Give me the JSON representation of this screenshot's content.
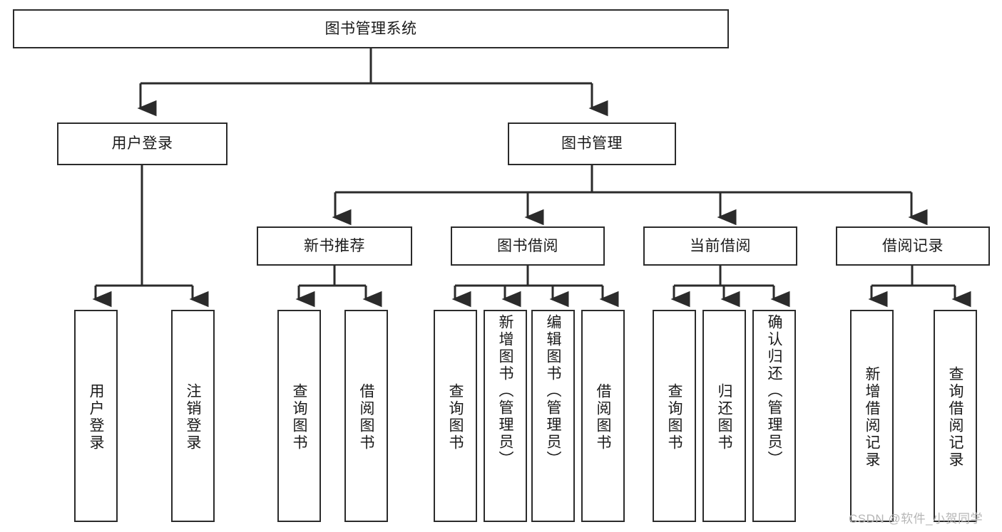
{
  "diagram": {
    "type": "tree-hierarchy-chart",
    "title": "图书管理系统",
    "root": {
      "id": "root",
      "label": "图书管理系统",
      "orientation": "horizontal"
    },
    "level2": [
      {
        "id": "user-login",
        "label": "用户登录",
        "orientation": "horizontal"
      },
      {
        "id": "book-management",
        "label": "图书管理",
        "orientation": "horizontal"
      }
    ],
    "level3": [
      {
        "id": "new-book-recommend",
        "label": "新书推荐",
        "orientation": "horizontal",
        "parent": "book-management"
      },
      {
        "id": "book-borrow",
        "label": "图书借阅",
        "orientation": "horizontal",
        "parent": "book-management"
      },
      {
        "id": "current-borrow",
        "label": "当前借阅",
        "orientation": "horizontal",
        "parent": "book-management"
      },
      {
        "id": "borrow-record",
        "label": "借阅记录",
        "orientation": "horizontal",
        "parent": "book-management"
      }
    ],
    "leaves": [
      {
        "id": "leaf-user-login",
        "label": "用户登录",
        "parent": "user-login",
        "orientation": "vertical"
      },
      {
        "id": "leaf-logout-login",
        "label": "注销登录",
        "parent": "user-login",
        "orientation": "vertical"
      },
      {
        "id": "leaf-query-book-1",
        "label": "查询图书",
        "parent": "new-book-recommend",
        "orientation": "vertical"
      },
      {
        "id": "leaf-borrow-book-1",
        "label": "借阅图书",
        "parent": "new-book-recommend",
        "orientation": "vertical"
      },
      {
        "id": "leaf-query-book-2",
        "label": "查询图书",
        "parent": "book-borrow",
        "orientation": "vertical"
      },
      {
        "id": "leaf-add-book",
        "label": "新增图书（管理员）",
        "parent": "book-borrow",
        "orientation": "vertical"
      },
      {
        "id": "leaf-edit-book",
        "label": "编辑图书（管理员）",
        "parent": "book-borrow",
        "orientation": "vertical"
      },
      {
        "id": "leaf-borrow-book-2",
        "label": "借阅图书",
        "parent": "book-borrow",
        "orientation": "vertical"
      },
      {
        "id": "leaf-query-book-3",
        "label": "查询图书",
        "parent": "current-borrow",
        "orientation": "vertical"
      },
      {
        "id": "leaf-return-book",
        "label": "归还图书",
        "parent": "current-borrow",
        "orientation": "vertical"
      },
      {
        "id": "leaf-confirm-return",
        "label": "确认归还（管理员）",
        "parent": "current-borrow",
        "orientation": "vertical"
      },
      {
        "id": "leaf-add-record",
        "label": "新增借阅记录",
        "parent": "borrow-record",
        "orientation": "vertical"
      },
      {
        "id": "leaf-query-record",
        "label": "查询借阅记录",
        "parent": "borrow-record",
        "orientation": "vertical"
      }
    ],
    "colors": {
      "line": "#2b2b2b",
      "box_fill": "#ffffff",
      "text": "#1a1a1a",
      "watermark": "#b6b6b6",
      "background": "#ffffff"
    }
  },
  "watermark": {
    "text": "CSDN @软件_小贺同学"
  }
}
